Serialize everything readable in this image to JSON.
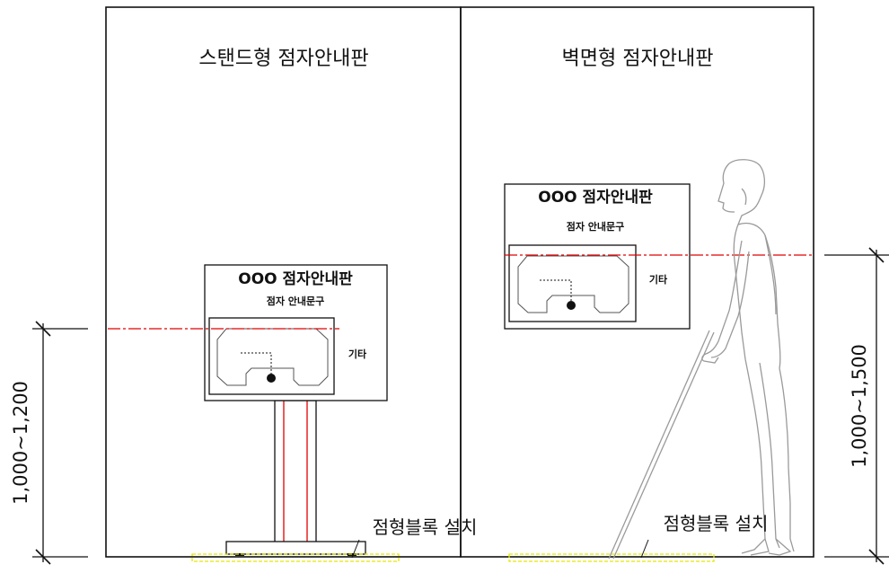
{
  "left": {
    "title": "스탠드형 점자안내판",
    "panel_title": "OOO 점자안내판",
    "panel_subtitle": "점자 안내문구",
    "etc_label": "기타",
    "floor_label": "점형블록 설치",
    "height_range": "1,000~1,200"
  },
  "right": {
    "title": "벽면형 점자안내판",
    "panel_title": "OOO 점자안내판",
    "panel_subtitle": "점자 안내문구",
    "etc_label": "기타",
    "floor_label": "점형블록 설치",
    "height_range": "1,000~1,500"
  },
  "colors": {
    "line": "#111111",
    "red_guide": "#e00000",
    "tactile_block": "#ffff00",
    "figure": "#9a9a9a"
  }
}
